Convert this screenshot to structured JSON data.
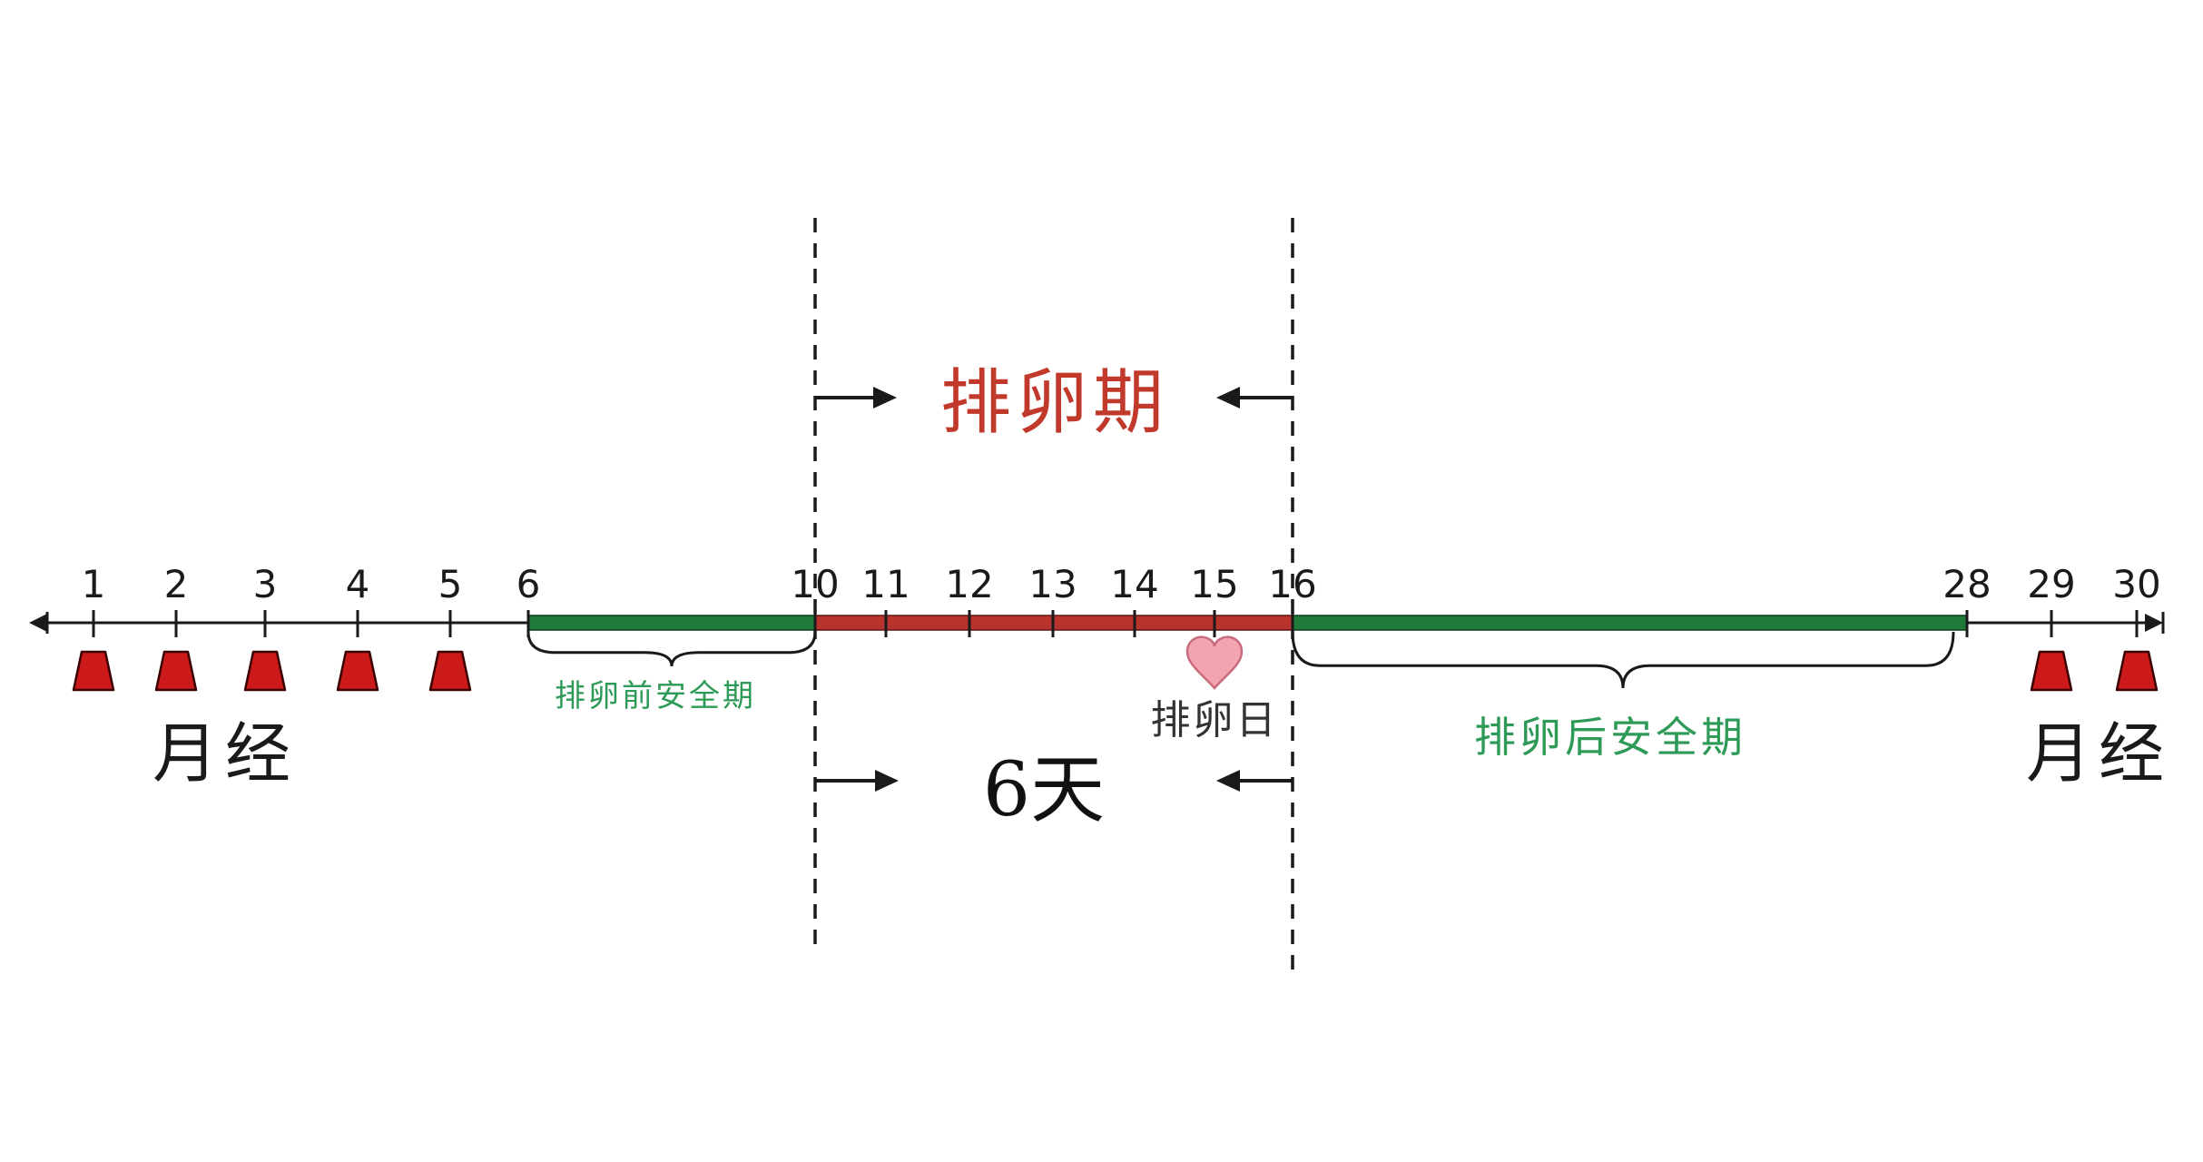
{
  "timeline": {
    "day_labels": [
      "1",
      "2",
      "3",
      "4",
      "5",
      "6",
      "10",
      "11",
      "12",
      "13",
      "14",
      "15",
      "16",
      "28",
      "29",
      "30"
    ],
    "period_label": "月经",
    "pre_safe_label": "排卵前安全期",
    "post_safe_label": "排卵后安全期",
    "ovulation_day_label": "排卵日"
  },
  "ovulation_window": {
    "title": "排卵期",
    "duration": "6天"
  },
  "colors": {
    "axis": "#1a1a1a",
    "safe_bar": "#1f7a3a",
    "ovulation_bar": "#b8332e",
    "title_red": "#c0392b",
    "label_green": "#2e9a57",
    "menses_marker": "#cc1a1a",
    "heart_fill": "#f2a4b0",
    "heart_stroke": "#c96b7d"
  },
  "icons": {
    "menses_marker": "red-trapezoid-icon",
    "ovulation_day": "heart-icon"
  }
}
